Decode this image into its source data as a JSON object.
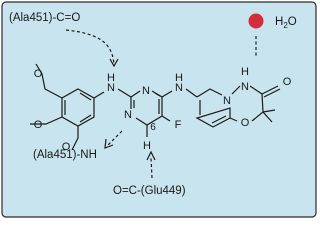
{
  "colors": {
    "panel_fill": "#c8e4ef",
    "panel_border": "#2a2a2a",
    "bond": "#1a1a1a",
    "water_dot": "#d42c3a"
  },
  "labels": {
    "ala451_co": "(Ala451)-C=O",
    "ala451_nh": "(Ala451)-NH",
    "glu449_oc": "O=C-(Glu449)",
    "water": "H",
    "water_sub": "2",
    "water_o": "O"
  },
  "atoms": {
    "n": "N",
    "h": "H",
    "o": "O",
    "f": "F",
    "position_6": "6"
  }
}
